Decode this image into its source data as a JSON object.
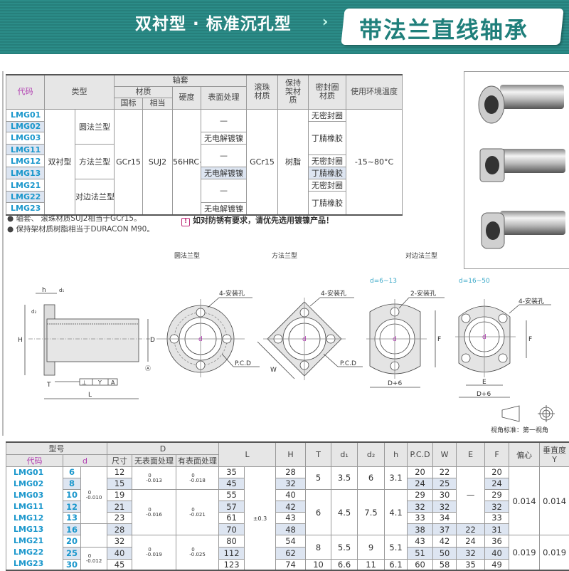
{
  "banner": {
    "subtitle": "双衬型 · 标准沉孔型",
    "arrow": "›",
    "title": "带法兰直线轴承",
    "color": "#2b8c88"
  },
  "spec_table": {
    "headers": {
      "code": "代码",
      "type": "类型",
      "sleeve": "轴套",
      "material": "材质",
      "gb": "国标",
      "equiv": "相当",
      "hardness": "硬度",
      "surface": "表面处理",
      "ball_material": "滚珠材质",
      "retainer_material": "保持架材质",
      "seal_material": "密封圈材质",
      "temperature": "使用环境温度"
    },
    "columns": [
      {
        "key": "code",
        "cells": [
          {
            "text": "LMG01",
            "span": 1
          },
          {
            "text": "LMG02",
            "span": 1
          },
          {
            "text": "LMG03",
            "span": 1
          },
          {
            "text": "LMG11",
            "span": 1
          },
          {
            "text": "LMG12",
            "span": 1
          },
          {
            "text": "LMG13",
            "span": 1
          },
          {
            "text": "LMG21",
            "span": 1
          },
          {
            "text": "LMG22",
            "span": 1
          },
          {
            "text": "LMG23",
            "span": 1
          }
        ]
      },
      {
        "key": "type",
        "cells": [
          {
            "text": "双衬型",
            "span": 9
          }
        ]
      },
      {
        "key": "flange",
        "cells": [
          {
            "text": "圆法兰型",
            "span": 3
          },
          {
            "text": "方法兰型",
            "span": 3
          },
          {
            "text": "对边法兰型",
            "span": 3
          }
        ]
      },
      {
        "key": "gb",
        "cells": [
          {
            "text": "GCr15",
            "span": 9
          }
        ]
      },
      {
        "key": "equiv",
        "cells": [
          {
            "text": "SUJ2",
            "span": 9
          }
        ]
      },
      {
        "key": "hardness",
        "cells": [
          {
            "text": "56HRC~",
            "span": 9
          }
        ]
      },
      {
        "key": "surface",
        "cells": [
          {
            "text": "—",
            "span": 2
          },
          {
            "text": "无电解镀镍",
            "span": 1
          },
          {
            "text": "—",
            "span": 2
          },
          {
            "text": "无电解镀镍",
            "span": 1
          },
          {
            "text": "—",
            "span": 2
          },
          {
            "text": "无电解镀镍",
            "span": 1
          }
        ]
      },
      {
        "key": "ball",
        "cells": [
          {
            "text": "GCr15",
            "span": 9
          }
        ]
      },
      {
        "key": "retainer",
        "cells": [
          {
            "text": "树脂",
            "span": 9
          }
        ]
      },
      {
        "key": "seal",
        "cells": [
          {
            "text": "无密封圈",
            "span": 1
          },
          {
            "text": "丁腈橡胶",
            "span": 3
          },
          {
            "text": "无密封圈",
            "span": 1
          },
          {
            "text": "丁腈橡胶",
            "span": 1
          },
          {
            "text": "无密封圈",
            "span": 1
          },
          {
            "text": "丁腈橡胶",
            "span": 2
          }
        ]
      },
      {
        "key": "temp",
        "cells": [
          {
            "text": "-15~80°C",
            "span": 9
          }
        ]
      }
    ]
  },
  "notes": [
    "● 轴套、 滚珠材质SUJ2相当于GCr15。",
    "● 保持架材质树脂相当于DURACON M90。"
  ],
  "warning": {
    "icon": "!",
    "text": "如对防锈有要求，请优先选用镀镍产品！"
  },
  "drawings": {
    "round_title": "圆法兰型",
    "square_title": "方法兰型",
    "cut_title": "对边法兰型",
    "cut_small_range": "d=6~13",
    "cut_large_range": "d=16~50",
    "holes4": "4-安装孔",
    "holes2": "2-安装孔",
    "pcd": "P.C.D",
    "d": "d",
    "D": "D",
    "H": "H",
    "h": "h",
    "d1": "d₁",
    "d2": "d₂",
    "T": "T",
    "L": "L",
    "Y": "Y",
    "A": "A",
    "datum": "Ⓐ",
    "perp": "⊥",
    "W": "W",
    "F": "F",
    "E": "E",
    "D6": "D+6",
    "view_standard": "视角标准：第一视角"
  },
  "dims_table": {
    "headers": {
      "model": "型号",
      "code": "代码",
      "d": "d",
      "D": "D",
      "size": "尺寸",
      "no_surface": "无表面处理",
      "with_surface": "有表面处理",
      "L": "L",
      "H": "H",
      "T": "T",
      "d1": "d₁",
      "d2": "d₂",
      "h": "h",
      "pcd": "P.C.D",
      "W": "W",
      "E": "E",
      "F": "F",
      "ecc": "偏心",
      "perp": "垂直度\nY"
    },
    "columns": [
      {
        "key": "codes",
        "cells": [
          {
            "text": "LMG01  LMG02\nLMG03  LMG11\nLMG12  LMG13\nLMG21  LMG22\nLMG23",
            "span": 9
          }
        ]
      },
      {
        "key": "d",
        "cells": [
          {
            "text": "6",
            "span": 1
          },
          {
            "text": "8",
            "span": 1
          },
          {
            "text": "10",
            "span": 1
          },
          {
            "text": "12",
            "span": 1
          },
          {
            "text": "13",
            "span": 1
          },
          {
            "text": "16",
            "span": 1
          },
          {
            "text": "20",
            "span": 1
          },
          {
            "text": "25",
            "span": 1
          },
          {
            "text": "30",
            "span": 1
          }
        ]
      },
      {
        "key": "d_tol",
        "cells": [
          {
            "upper": "0",
            "lower": "-0.010",
            "span": 5
          },
          {
            "text": "",
            "span": 2
          },
          {
            "upper": "0",
            "lower": "-0.012",
            "span": 2
          }
        ]
      },
      {
        "key": "D",
        "cells": [
          {
            "text": "12",
            "span": 1
          },
          {
            "text": "15",
            "span": 1
          },
          {
            "text": "19",
            "span": 1
          },
          {
            "text": "21",
            "span": 1
          },
          {
            "text": "23",
            "span": 1
          },
          {
            "text": "28",
            "span": 1
          },
          {
            "text": "32",
            "span": 1
          },
          {
            "text": "40",
            "span": 1
          },
          {
            "text": "45",
            "span": 1
          }
        ]
      },
      {
        "key": "D_tol_plain",
        "cells": [
          {
            "upper": "0",
            "lower": "-0.013",
            "span": 2
          },
          {
            "upper": "0",
            "lower": "-0.016",
            "span": 4
          },
          {
            "upper": "0",
            "lower": "-0.019",
            "span": 3
          }
        ]
      },
      {
        "key": "D_tol_plated",
        "cells": [
          {
            "upper": "0",
            "lower": "-0.018",
            "span": 2
          },
          {
            "upper": "0",
            "lower": "-0.021",
            "span": 4
          },
          {
            "upper": "0",
            "lower": "-0.025",
            "span": 3
          }
        ]
      },
      {
        "key": "L",
        "cells": [
          {
            "text": "35",
            "span": 1
          },
          {
            "text": "45",
            "span": 1
          },
          {
            "text": "55",
            "span": 1
          },
          {
            "text": "57",
            "span": 1
          },
          {
            "text": "61",
            "span": 1
          },
          {
            "text": "70",
            "span": 1
          },
          {
            "text": "80",
            "span": 1
          },
          {
            "text": "112",
            "span": 1
          },
          {
            "text": "123",
            "span": 1
          }
        ]
      },
      {
        "key": "L_tol",
        "cells": [
          {
            "text": "±0.3",
            "span": 9
          }
        ]
      },
      {
        "key": "H",
        "cells": [
          {
            "text": "28",
            "span": 1
          },
          {
            "text": "32",
            "span": 1
          },
          {
            "text": "40",
            "span": 1
          },
          {
            "text": "42",
            "span": 1
          },
          {
            "text": "43",
            "span": 1
          },
          {
            "text": "48",
            "span": 1
          },
          {
            "text": "54",
            "span": 1
          },
          {
            "text": "62",
            "span": 1
          },
          {
            "text": "74",
            "span": 1
          }
        ]
      },
      {
        "key": "T",
        "cells": [
          {
            "text": "5",
            "span": 2
          },
          {
            "text": "6",
            "span": 4
          },
          {
            "text": "8",
            "span": 2
          },
          {
            "text": "10",
            "span": 1
          }
        ]
      },
      {
        "key": "d1",
        "cells": [
          {
            "text": "3.5",
            "span": 2
          },
          {
            "text": "4.5",
            "span": 4
          },
          {
            "text": "5.5",
            "span": 2
          },
          {
            "text": "6.6",
            "span": 1
          }
        ]
      },
      {
        "key": "d2",
        "cells": [
          {
            "text": "6",
            "span": 2
          },
          {
            "text": "7.5",
            "span": 4
          },
          {
            "text": "9",
            "span": 2
          },
          {
            "text": "11",
            "span": 1
          }
        ]
      },
      {
        "key": "h",
        "cells": [
          {
            "text": "3.1",
            "span": 2
          },
          {
            "text": "4.1",
            "span": 4
          },
          {
            "text": "5.1",
            "span": 2
          },
          {
            "text": "6.1",
            "span": 1
          }
        ]
      },
      {
        "key": "pcd",
        "cells": [
          {
            "text": "20",
            "span": 1
          },
          {
            "text": "24",
            "span": 1
          },
          {
            "text": "29",
            "span": 1
          },
          {
            "text": "32",
            "span": 1
          },
          {
            "text": "33",
            "span": 1
          },
          {
            "text": "38",
            "span": 1
          },
          {
            "text": "43",
            "span": 1
          },
          {
            "text": "51",
            "span": 1
          },
          {
            "text": "60",
            "span": 1
          }
        ]
      },
      {
        "key": "W",
        "cells": [
          {
            "text": "22",
            "span": 1
          },
          {
            "text": "25",
            "span": 1
          },
          {
            "text": "30",
            "span": 1
          },
          {
            "text": "32",
            "span": 1
          },
          {
            "text": "34",
            "span": 1
          },
          {
            "text": "37",
            "span": 1
          },
          {
            "text": "42",
            "span": 1
          },
          {
            "text": "50",
            "span": 1
          },
          {
            "text": "58",
            "span": 1
          }
        ]
      },
      {
        "key": "E",
        "cells": [
          {
            "text": "—",
            "span": 5
          },
          {
            "text": "22",
            "span": 1
          },
          {
            "text": "24",
            "span": 1
          },
          {
            "text": "32",
            "span": 1
          },
          {
            "text": "35",
            "span": 1
          }
        ]
      },
      {
        "key": "F",
        "cells": [
          {
            "text": "20",
            "span": 1
          },
          {
            "text": "24",
            "span": 1
          },
          {
            "text": "29",
            "span": 1
          },
          {
            "text": "32",
            "span": 1
          },
          {
            "text": "33",
            "span": 1
          },
          {
            "text": "31",
            "span": 1
          },
          {
            "text": "36",
            "span": 1
          },
          {
            "text": "40",
            "span": 1
          },
          {
            "text": "49",
            "span": 1
          }
        ]
      },
      {
        "key": "ecc",
        "cells": [
          {
            "text": "0.014",
            "span": 6
          },
          {
            "text": "0.019",
            "span": 3
          }
        ]
      },
      {
        "key": "perp",
        "cells": [
          {
            "text": "0.014",
            "span": 6
          },
          {
            "text": "0.019",
            "span": 3
          }
        ]
      }
    ]
  }
}
